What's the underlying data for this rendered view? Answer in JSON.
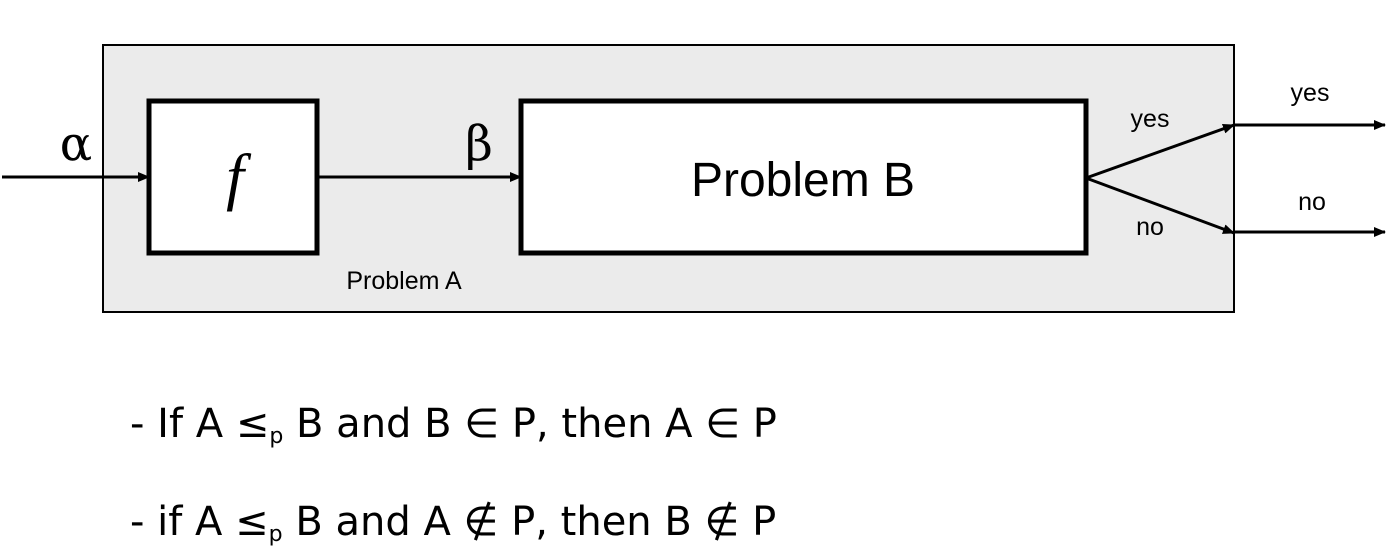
{
  "diagram": {
    "input_symbol": "α",
    "function_symbol": "f",
    "mid_symbol": "β",
    "box_b_label": "Problem B",
    "container_label": "Problem A",
    "inner_yes": "yes",
    "inner_no": "no",
    "outer_yes": "yes",
    "outer_no": "no",
    "container_fill": "#ebebeb"
  },
  "rules": [
    {
      "prefix": "- If A ≤",
      "sub": "p",
      "suffix": " B and B ∈ P, then A ∈ P"
    },
    {
      "prefix": "- if A ≤",
      "sub": "p",
      "suffix": " B and A ∉ P, then B ∉ P"
    }
  ]
}
